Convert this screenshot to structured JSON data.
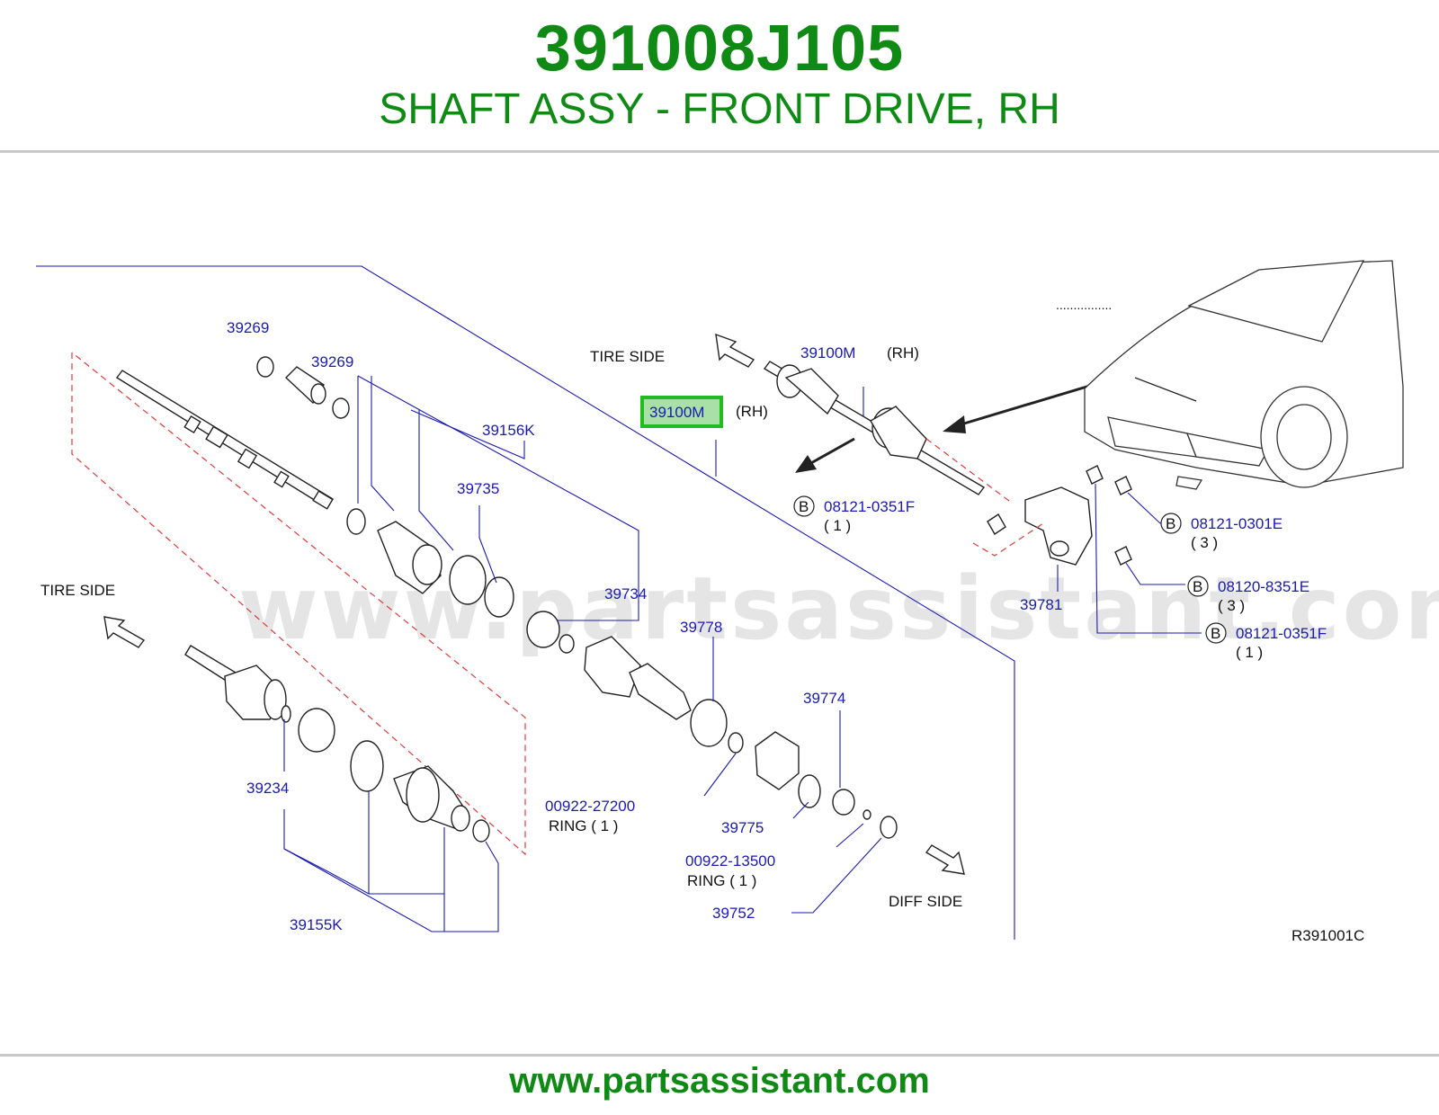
{
  "header": {
    "part_number": "391008J105",
    "description": "SHAFT ASSY - FRONT DRIVE, RH"
  },
  "diagram": {
    "watermark": "www.partsassistant.com",
    "dots": "................",
    "directions": {
      "tire_side_top": "TIRE SIDE",
      "tire_side_left": "TIRE SIDE",
      "diff_side": "DIFF SIDE"
    },
    "callouts": {
      "c39269_a": "39269",
      "c39269_b": "39269",
      "c39156K": "39156K",
      "c39735": "39735",
      "c39734": "39734",
      "c39778": "39778",
      "c39774": "39774",
      "c39775": "39775",
      "c39234": "39234",
      "c39155K": "39155K",
      "c00922_27200": "00922-27200",
      "ring_1a": "RING ( 1 )",
      "c00922_13500": "00922-13500",
      "ring_1b": "RING ( 1 )",
      "c39752": "39752",
      "c39781": "39781",
      "c39100M_top": "39100M",
      "rh_top": "(RH)",
      "c39100M_highlight": "39100M",
      "rh_highlight": "(RH)"
    },
    "bolts": [
      {
        "badge": "B",
        "part": "08121-0351F",
        "qty": "( 1 )"
      },
      {
        "badge": "B",
        "part": "08121-0301E",
        "qty": "( 3 )"
      },
      {
        "badge": "B",
        "part": "08120-8351E",
        "qty": "( 3 )"
      },
      {
        "badge": "B",
        "part": "08121-0351F",
        "qty": "( 1 )"
      }
    ],
    "diagram_code": "R391001C",
    "highlight_color": "#22bb22"
  },
  "footer": {
    "url": "www.partsassistant.com"
  }
}
